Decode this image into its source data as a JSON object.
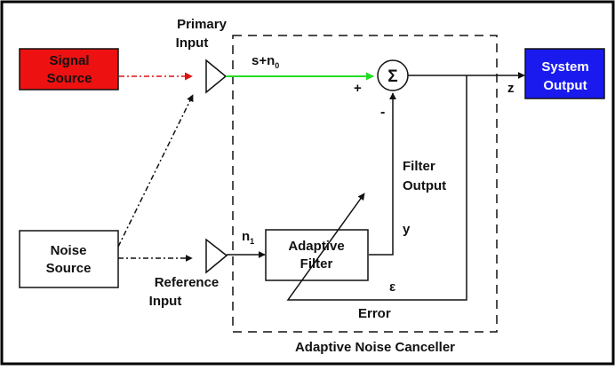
{
  "diagram": {
    "signal_source": {
      "line1": "Signal",
      "line2": "Source"
    },
    "noise_source": {
      "line1": "Noise",
      "line2": "Source"
    },
    "primary_input": {
      "line1": "Primary",
      "line2": "Input"
    },
    "reference_input": {
      "line1": "Reference",
      "line2": "Input"
    },
    "primary_signal": {
      "base": "s+n",
      "sub": "0"
    },
    "reference_signal": {
      "base": "n",
      "sub": "1"
    },
    "plus_sign": "+",
    "minus_sign": "-",
    "summing_symbol": "Σ",
    "adaptive_filter": {
      "line1": "Adaptive",
      "line2": "Filter"
    },
    "filter_output": {
      "line1": "Filter",
      "line2": "Output"
    },
    "y_label": "y",
    "z_label": "z",
    "epsilon_label": "ε",
    "error_label": "Error",
    "system_output": {
      "line1": "System",
      "line2": "Output"
    },
    "canceller_label": "Adaptive Noise Canceller"
  },
  "colors": {
    "signal_source_fill": "#ee1111",
    "system_output_fill": "#1a1aee",
    "primary_path": "#22dd22",
    "signal_arrow": "#dd1111",
    "line": "#111111",
    "frame": "#000000"
  }
}
